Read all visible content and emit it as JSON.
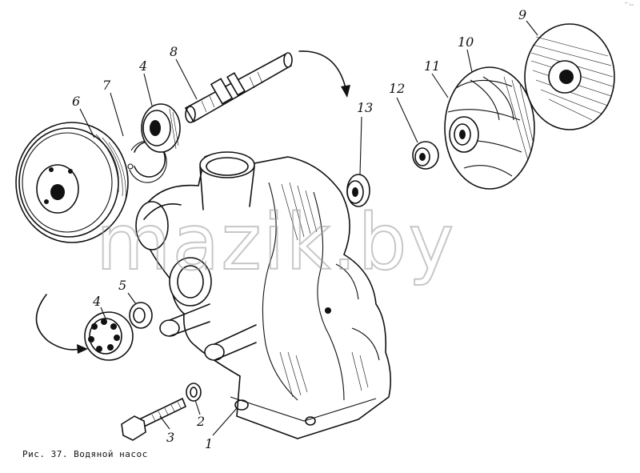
{
  "figure": {
    "caption": "Рис. 37. Водяной насос",
    "watermark": "mazik.by",
    "corner_mark": "°⁻ₒₒ"
  },
  "callouts": [
    "1",
    "2",
    "3",
    "4",
    "4",
    "5",
    "6",
    "7",
    "8",
    "9",
    "10",
    "11",
    "12",
    "13"
  ]
}
